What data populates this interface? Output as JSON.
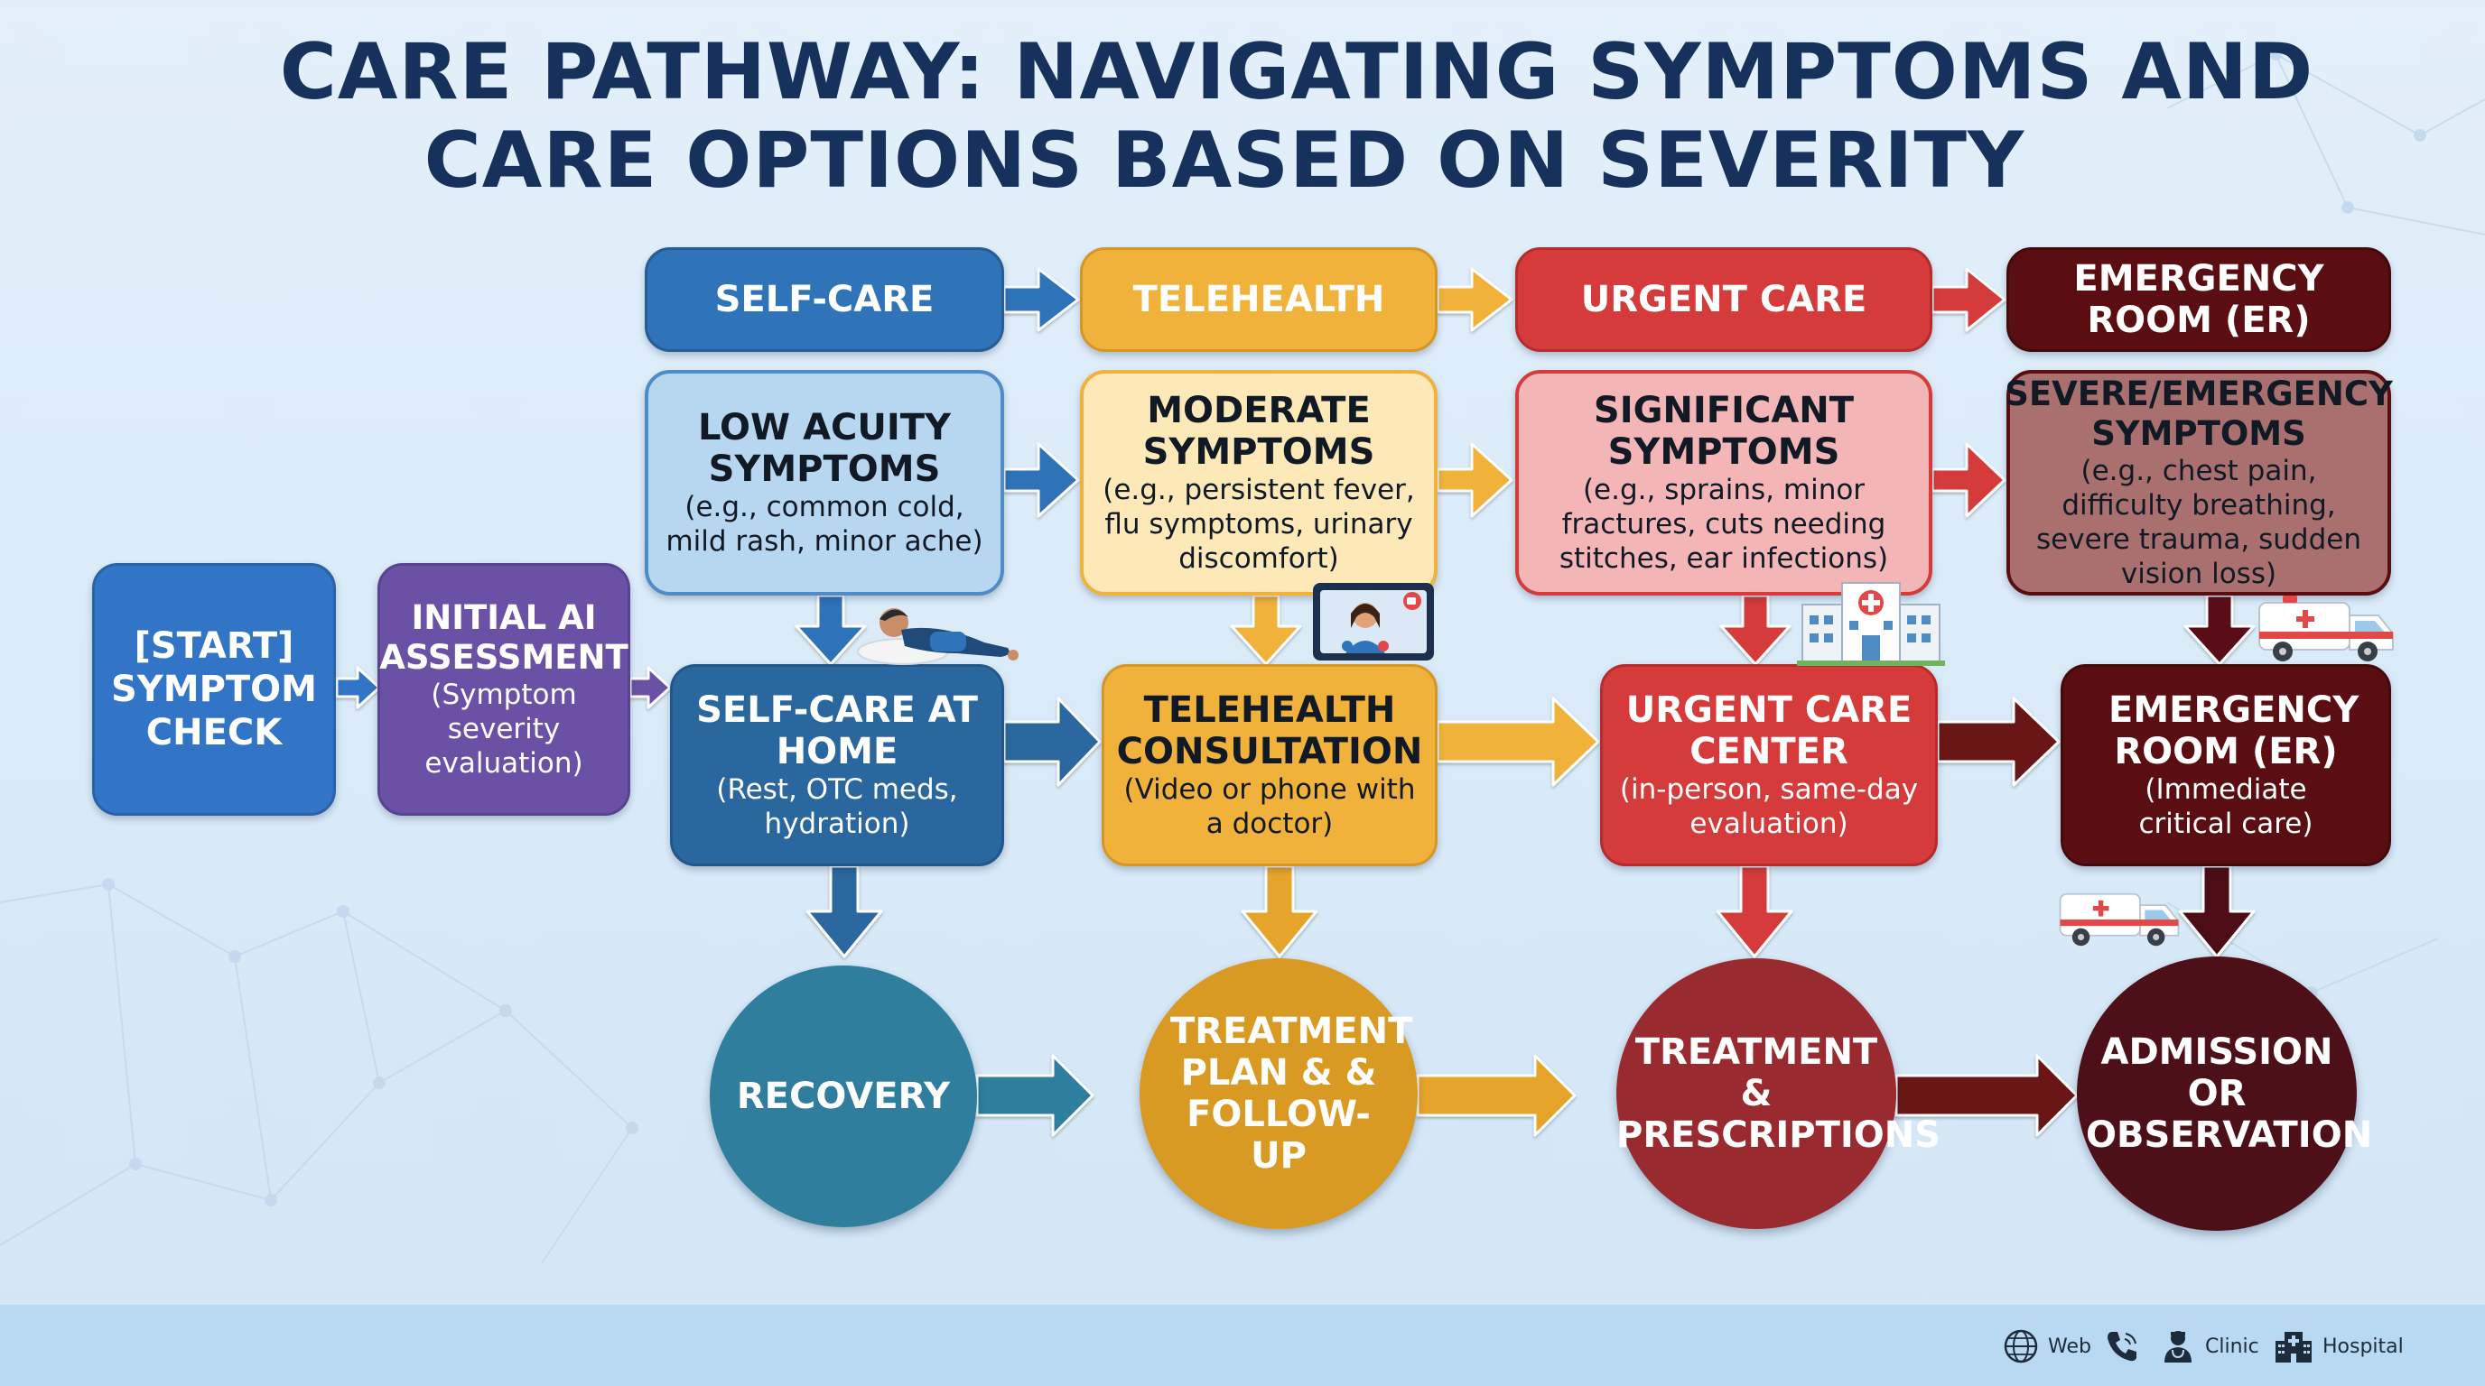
{
  "title": {
    "line1": "CARE PATHWAY: NAVIGATING SYMPTOMS AND",
    "line2": "CARE OPTIONS  BASED  ON  SEVERITY"
  },
  "colors": {
    "self_care": "#2f73b8",
    "self_care_light": "#b7d6f0",
    "self_care_center": "#2b679f",
    "recovery": "#2f7e9e",
    "telehealth": "#f0b23a",
    "telehealth_light": "#fde8b8",
    "telehealth_circle": "#d99a24",
    "urgent": "#d63b3b",
    "urgent_light": "#f3b5b5",
    "urgent_circle": "#992a30",
    "emergency": "#5a0e12",
    "emergency_light": "#a9706f",
    "emergency_circle": "#4d0f18",
    "start": "#3274c6",
    "assessment": "#6b51a6",
    "title": "#16325c"
  },
  "start": {
    "label": "[START] SYMPTOM CHECK"
  },
  "assessment": {
    "title": "INITIAL AI ASSESSMENT",
    "desc": "(Symptom severity evaluation)"
  },
  "levels": [
    {
      "key": "self-care",
      "header": "SELF-CARE",
      "symptom_title": "LOW ACUITY SYMPTOMS",
      "symptom_desc": "(e.g., common cold, mild rash, minor ache)",
      "care_title": "SELF-CARE AT HOME",
      "care_desc": "(Rest, OTC meds, hydration)",
      "outcome": "RECOVERY",
      "icon": "person-resting-icon"
    },
    {
      "key": "telehealth",
      "header": "TELEHEALTH",
      "symptom_title": "MODERATE SYMPTOMS",
      "symptom_desc": "(e.g., persistent fever, flu symptoms, urinary discomfort)",
      "care_title": "TELEHEALTH CONSULTATION",
      "care_desc": "(Video or phone with a doctor)",
      "outcome": "TREATMENT PLAN & & FOLLOW-UP",
      "icon": "video-call-icon"
    },
    {
      "key": "urgent-care",
      "header": "URGENT CARE",
      "symptom_title": "SIGNIFICANT SYMPTOMS",
      "symptom_desc": "(e.g., sprains, minor fractures, cuts needing stitches, ear infections)",
      "care_title": "URGENT CARE CENTER",
      "care_desc": "(in-person, same-day evaluation)",
      "outcome": "TREATMENT & PRESCRIPTIONS",
      "icon": "hospital-building-icon"
    },
    {
      "key": "emergency",
      "header": "EMERGENCY ROOM (ER)",
      "symptom_title": "SEVERE/EMERGENCY SYMPTOMS",
      "symptom_desc": "(e.g., chest pain, difficulty breathing, severe trauma, sudden vision loss)",
      "care_title": "EMERGENCY ROOM (ER)",
      "care_desc": "(Immediate critical care)",
      "outcome": "ADMISSION OR OBSERVATION",
      "icon": "ambulance-icon"
    }
  ],
  "legend": [
    {
      "label": "Web",
      "icon": "globe-icon"
    },
    {
      "label": "",
      "icon": "phone-icon"
    },
    {
      "label": "Clinic",
      "icon": "doctor-icon"
    },
    {
      "label": "Hospital",
      "icon": "hospital-icon"
    }
  ]
}
